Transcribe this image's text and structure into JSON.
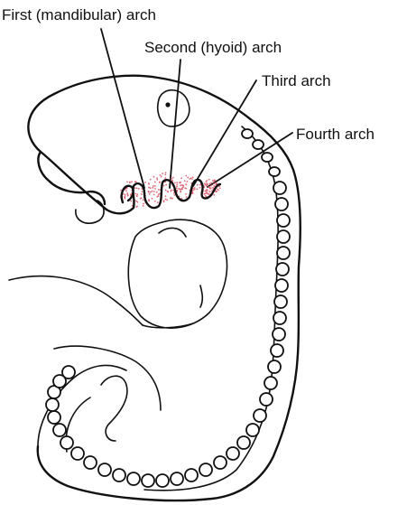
{
  "labels": {
    "first_arch": "First (mandibular) arch",
    "second_arch": "Second (hyoid) arch",
    "third_arch": "Third arch",
    "fourth_arch": "Fourth arch"
  },
  "colors": {
    "line": "#111111",
    "arch_stipple": "#e06a7a",
    "background": "#ffffff"
  }
}
